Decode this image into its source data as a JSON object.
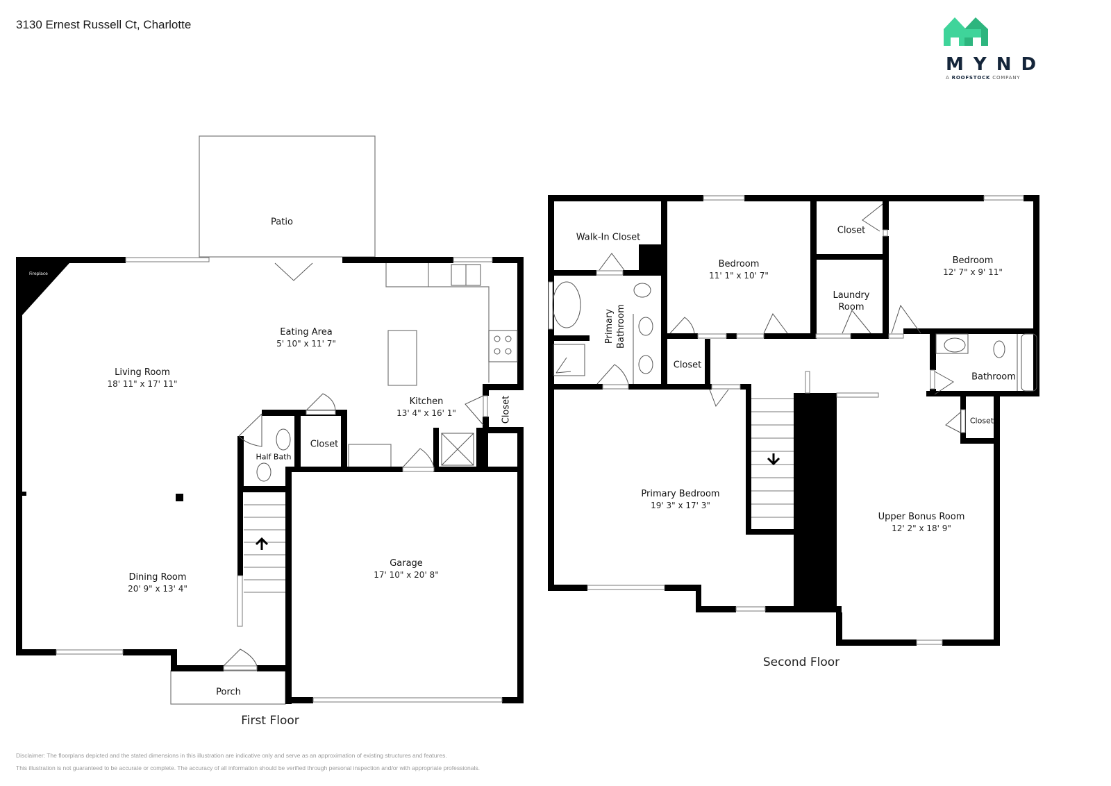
{
  "header": {
    "address": "3130 Ernest Russell Ct, Charlotte"
  },
  "logo": {
    "wordmark": "MYND",
    "tagline_prefix": "A ",
    "tagline_brand": "ROOFSTOCK",
    "tagline_suffix": " COMPANY",
    "colors": {
      "house_light": "#3fd49a",
      "house_dark": "#2db57e",
      "text": "#14253a"
    }
  },
  "first_floor": {
    "title": "First Floor",
    "rooms": [
      {
        "name": "Patio",
        "dims": ""
      },
      {
        "name": "Fireplace",
        "dims": ""
      },
      {
        "name": "Eating Area",
        "dims": "5' 10\" x 11' 7\""
      },
      {
        "name": "Living Room",
        "dims": "18' 11\" x 17' 11\""
      },
      {
        "name": "Kitchen",
        "dims": "13' 4\" x 16' 1\""
      },
      {
        "name": "Closet",
        "dims": ""
      },
      {
        "name": "Half Bath",
        "dims": ""
      },
      {
        "name": "Closet",
        "dims": ""
      },
      {
        "name": "Dining Room",
        "dims": "20' 9\" x 13' 4\""
      },
      {
        "name": "Garage",
        "dims": "17' 10\" x 20' 8\""
      },
      {
        "name": "Porch",
        "dims": ""
      }
    ]
  },
  "second_floor": {
    "title": "Second Floor",
    "rooms": [
      {
        "name": "Walk-In Closet",
        "dims": ""
      },
      {
        "name": "Bedroom",
        "dims": "11' 1\" x 10' 7\""
      },
      {
        "name": "Closet",
        "dims": ""
      },
      {
        "name": "Bedroom",
        "dims": "12' 7\" x 9' 11\""
      },
      {
        "name": "Laundry Room",
        "dims": ""
      },
      {
        "name": "Primary Bathroom",
        "dims": ""
      },
      {
        "name": "Closet",
        "dims": ""
      },
      {
        "name": "Bathroom",
        "dims": ""
      },
      {
        "name": "Closet",
        "dims": ""
      },
      {
        "name": "Primary Bedroom",
        "dims": "19' 3\" x 17' 3\""
      },
      {
        "name": "Upper Bonus Room",
        "dims": "12' 2\" x 18' 9\""
      }
    ]
  },
  "disclaimer": {
    "line1": "Disclaimer: The floorplans depicted and the stated dimensions in this illustration are indicative only and serve as an approximation of existing structures and features.",
    "line2": "This illustration is not guaranteed to be accurate or complete. The accuracy of all information should be verified through personal inspection and/or with appropriate professionals."
  }
}
